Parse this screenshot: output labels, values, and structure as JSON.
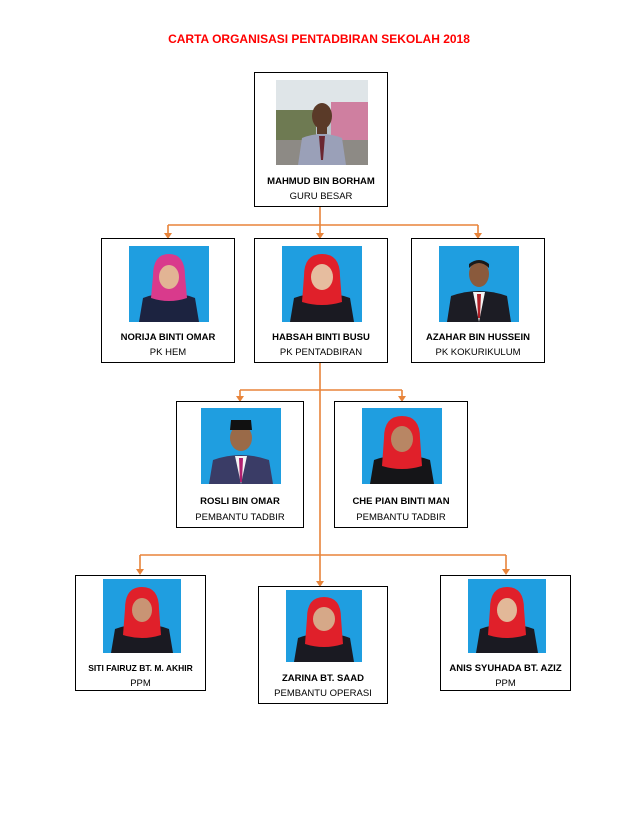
{
  "title": "CARTA ORGANISASI PENTADBIRAN SEKOLAH 2018",
  "colors": {
    "title": "#ff0000",
    "connector": "#e8843a",
    "photo_bg": "#1f9ee0",
    "hijab_red": "#e0202a"
  },
  "people": [
    {
      "name": "MAHMUD BIN BORHAM",
      "role": "GURU BESAR"
    },
    {
      "name": "NORIJA BINTI OMAR",
      "role": "PK HEM"
    },
    {
      "name": "HABSAH BINTI BUSU",
      "role": "PK PENTADBIRAN"
    },
    {
      "name": "AZAHAR BIN HUSSEIN",
      "role": "PK KOKURIKULUM"
    },
    {
      "name": "ROSLI BIN OMAR",
      "role": "PEMBANTU TADBIR"
    },
    {
      "name": "CHE PIAN BINTI MAN",
      "role": "PEMBANTU TADBIR"
    },
    {
      "name": "SITI FAIRUZ BT. M. AKHIR",
      "role": "PPM"
    },
    {
      "name": "ZARINA BT. SAAD",
      "role": "PEMBANTU OPERASI"
    },
    {
      "name": "ANIS SYUHADA BT. AZIZ",
      "role": "PPM"
    }
  ]
}
